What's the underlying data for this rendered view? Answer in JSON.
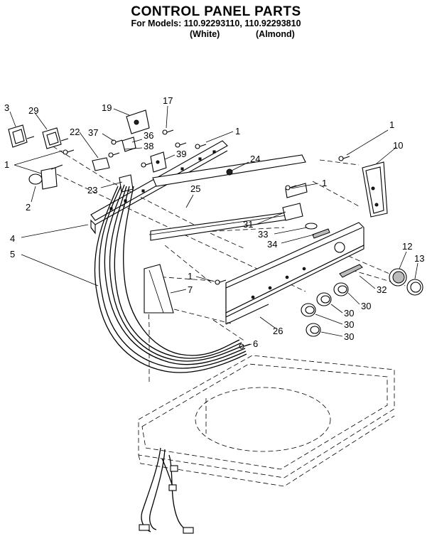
{
  "header": {
    "title": "CONTROL PANEL PARTS",
    "models_line": "For Models: 110.92293110, 110.92293810",
    "variant_white": "(White)",
    "variant_almond": "(Almond)"
  },
  "callouts": {
    "c3": "3",
    "c29": "29",
    "c19": "19",
    "c17": "17",
    "c1a": "1",
    "c1b": "1",
    "c10": "10",
    "c22": "22",
    "c37": "37",
    "c36": "36",
    "c38": "38",
    "c39": "39",
    "c24": "24",
    "c1c": "1",
    "c1d": "1",
    "c23": "23",
    "c2": "2",
    "c25": "25",
    "c31": "31",
    "c33": "33",
    "c34": "34",
    "c4": "4",
    "c5": "5",
    "c12": "12",
    "c13": "13",
    "c1e": "1",
    "c7": "7",
    "c32": "32",
    "c30a": "30",
    "c30b": "30",
    "c30c": "30",
    "c30d": "30",
    "c26": "26",
    "c6": "6"
  }
}
